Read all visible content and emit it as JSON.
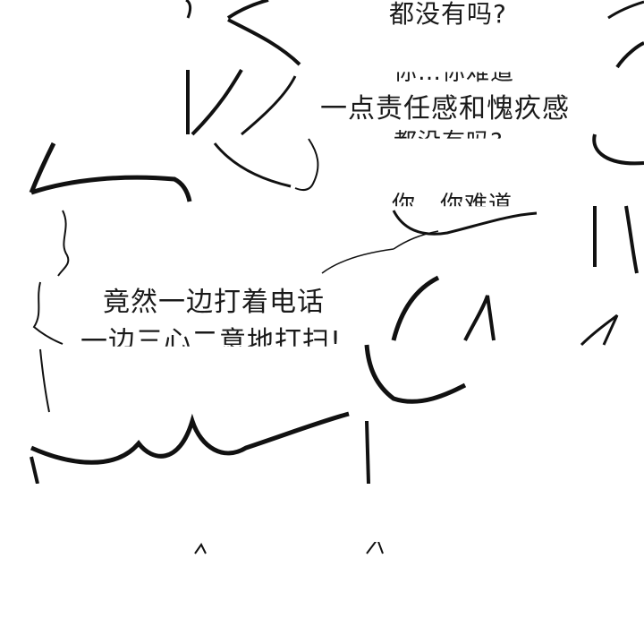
{
  "bubbles": {
    "top_line": "都没有吗?",
    "repeat_a_line1": "你…你难道",
    "repeat_a_line2": "一点责任感和愧疚感",
    "repeat_a_line3": "都没有吗?",
    "mid_fragment": "你，你难道",
    "main_line1": "竟然一边打着电话",
    "main_line2": "一边三心二意地打扫!"
  },
  "colors": {
    "ink": "#111111",
    "paper": "#ffffff"
  }
}
